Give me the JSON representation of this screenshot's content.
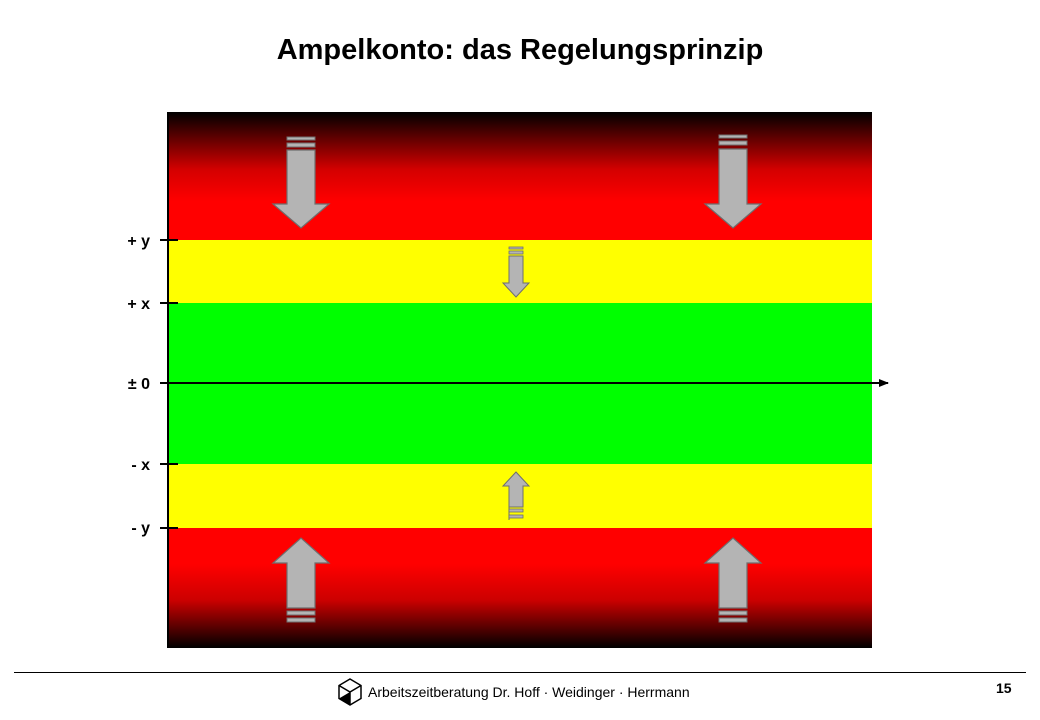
{
  "title": "Ampelkonto: das Regelungsprinzip",
  "axis_labels": {
    "plus_y": "+ y",
    "plus_x": "+ x",
    "zero": "± 0",
    "minus_x": "- x",
    "minus_y": "- y"
  },
  "footer": {
    "company": "Arbeitszeitberatung Dr. Hoff · Weidinger · Herrmann",
    "page_number": "15"
  },
  "colors": {
    "red": "#ff0000",
    "dark_red": "#000000",
    "yellow": "#ffff00",
    "green": "#00ff00",
    "arrow_fill": "#b4b4b4",
    "arrow_stroke": "#6e6e6e"
  }
}
